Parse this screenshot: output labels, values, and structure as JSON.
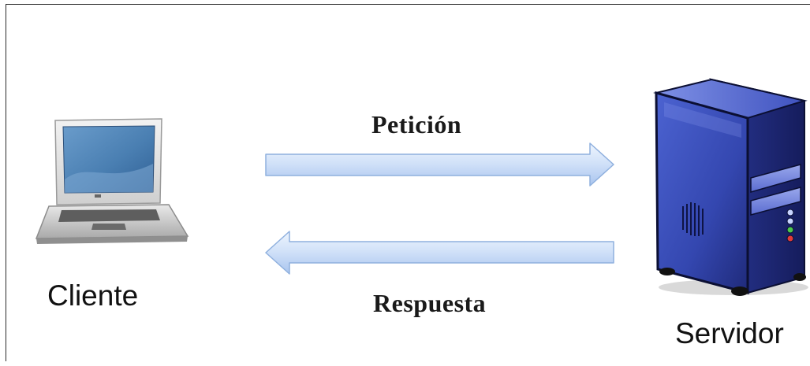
{
  "diagram": {
    "client": {
      "label": "Cliente",
      "icon": "laptop-icon"
    },
    "server": {
      "label": "Servidor",
      "icon": "server-icon"
    },
    "request": {
      "label": "Petición",
      "direction": "client-to-server"
    },
    "response": {
      "label": "Respuesta",
      "direction": "server-to-client"
    }
  },
  "colors": {
    "arrow_fill_light": "#e8f1fd",
    "arrow_fill_mid": "#c7dbf7",
    "arrow_fill_dark": "#a9c5ee",
    "arrow_stroke": "#8fb0de",
    "server_body": "#3a4fb8",
    "server_dark": "#1c2466",
    "laptop_screen": "#4f86b8",
    "frame": "#2b2b2b"
  }
}
